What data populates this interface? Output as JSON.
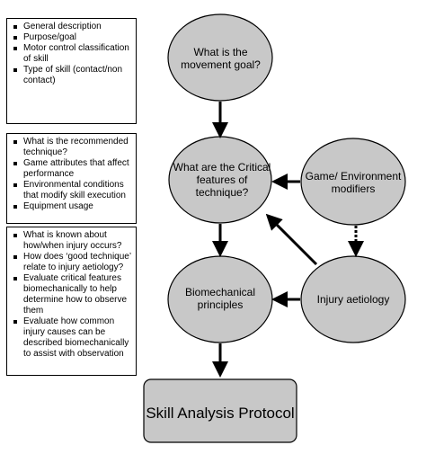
{
  "notes": {
    "description": [
      "General description",
      "Purpose/goal",
      "Motor control classification of skill",
      "Type of skill (contact/non contact)"
    ],
    "technique": [
      "What is the recommended technique?",
      "Game attributes that affect performance",
      "Environmental conditions that modify skill execution",
      "Equipment usage"
    ],
    "injury": [
      "What is known about how/when injury occurs?",
      "How does ‘good technique’ relate to injury aetiology?",
      "Evaluate critical features biomechanically to help determine how to observe them",
      "Evaluate how common injury causes can be described biomechanically to assist with observation"
    ]
  },
  "nodes": {
    "movement_goal": "What is the movement goal?",
    "critical_features": "What are the Critical features of technique?",
    "game_environment": "Game/ Environment modifiers",
    "biomechanical": "Biomechanical principles",
    "injury_aetiology": "Injury aetiology",
    "protocol": "Skill Analysis Protocol"
  },
  "colors": {
    "node_fill": "#c8c8c8",
    "stroke": "#000000"
  }
}
